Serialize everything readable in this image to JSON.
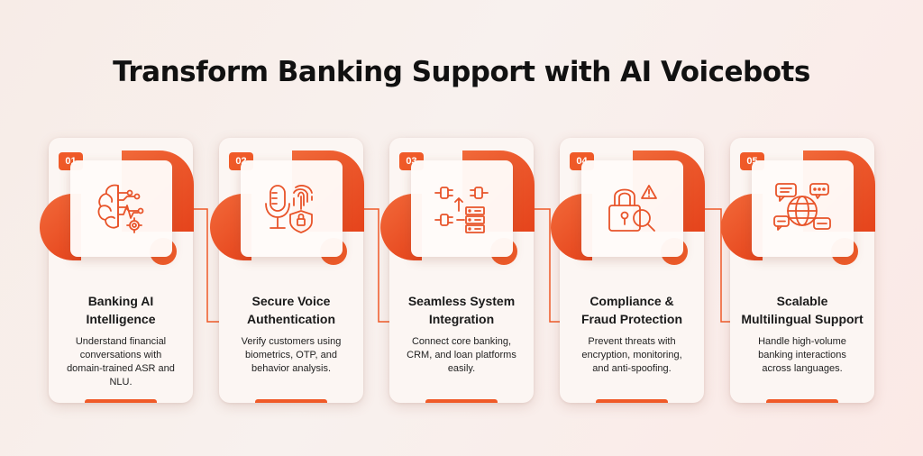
{
  "title": "Transform Banking Support with AI Voicebots",
  "colors": {
    "accent": "#f05a28",
    "accent_dark": "#e5431b",
    "card": "#fcf6f3",
    "background": "#f7ece7"
  },
  "cards": [
    {
      "number": "01",
      "icon": "brain-circuit-icon",
      "title_lines": [
        "Banking AI",
        "Intelligence"
      ],
      "description_lines": [
        "Understand financial",
        "conversations with",
        "domain-trained ASR and",
        "NLU."
      ]
    },
    {
      "number": "02",
      "icon": "microphone-fingerprint-shield-icon",
      "title_lines": [
        "Secure Voice",
        "Authentication"
      ],
      "description_lines": [
        "Verify customers using",
        "biometrics, OTP, and",
        "behavior analysis."
      ]
    },
    {
      "number": "03",
      "icon": "plug-server-integration-icon",
      "title_lines": [
        "Seamless System",
        "Integration"
      ],
      "description_lines": [
        "Connect core banking,",
        "CRM, and loan platforms",
        "easily."
      ]
    },
    {
      "number": "04",
      "icon": "padlock-magnifier-alert-icon",
      "title_lines": [
        "Compliance &",
        "Fraud Protection"
      ],
      "description_lines": [
        "Prevent threats with",
        "encryption, monitoring,",
        "and anti-spoofing."
      ]
    },
    {
      "number": "05",
      "icon": "globe-chat-bubbles-icon",
      "title_lines": [
        "Scalable",
        "Multilingual Support"
      ],
      "description_lines": [
        "Handle high-volume",
        "banking interactions",
        "across languages."
      ]
    }
  ]
}
